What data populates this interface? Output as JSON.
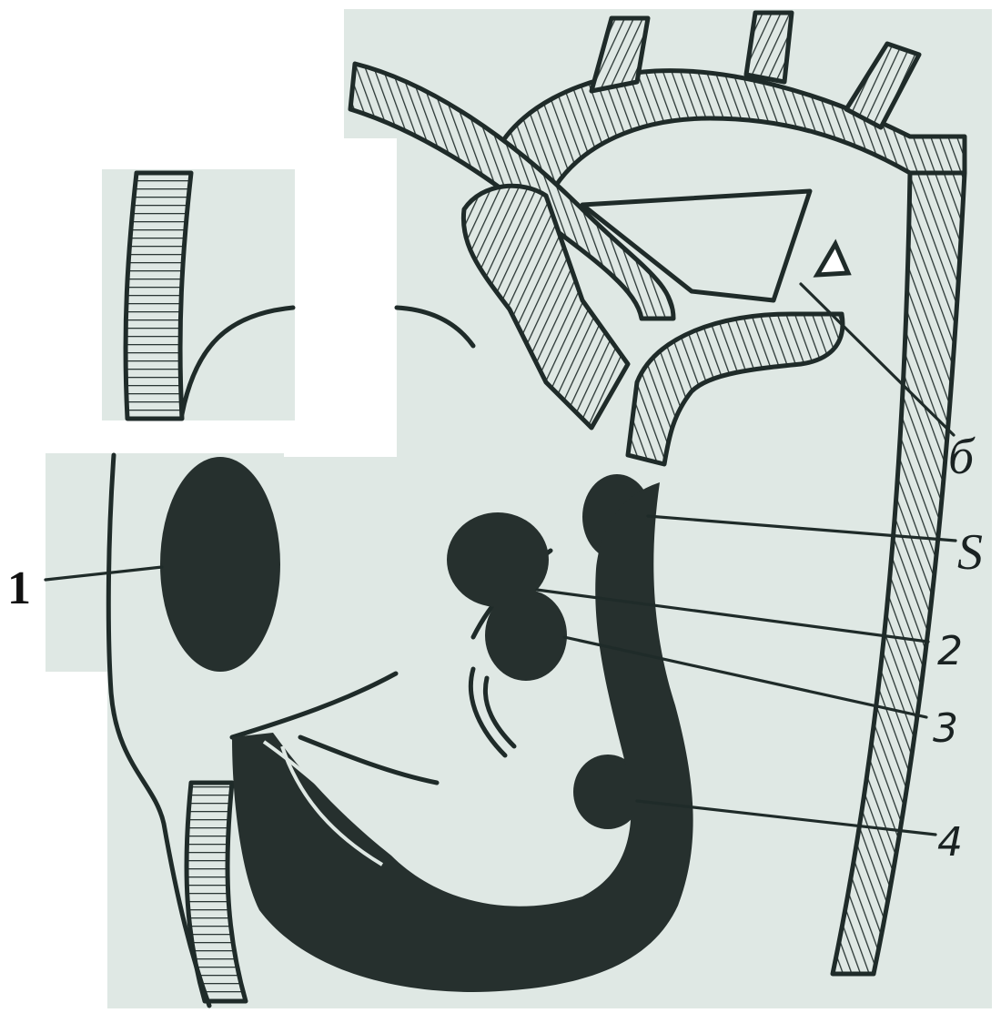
{
  "colors": {
    "paper": "#dfe8e4",
    "ink": "#1f2b29",
    "mass": "#26302e",
    "background": "#ffffff"
  },
  "labels": {
    "one": "1",
    "two": "2",
    "three": "3",
    "four": "4",
    "s": "S",
    "b": "б"
  }
}
